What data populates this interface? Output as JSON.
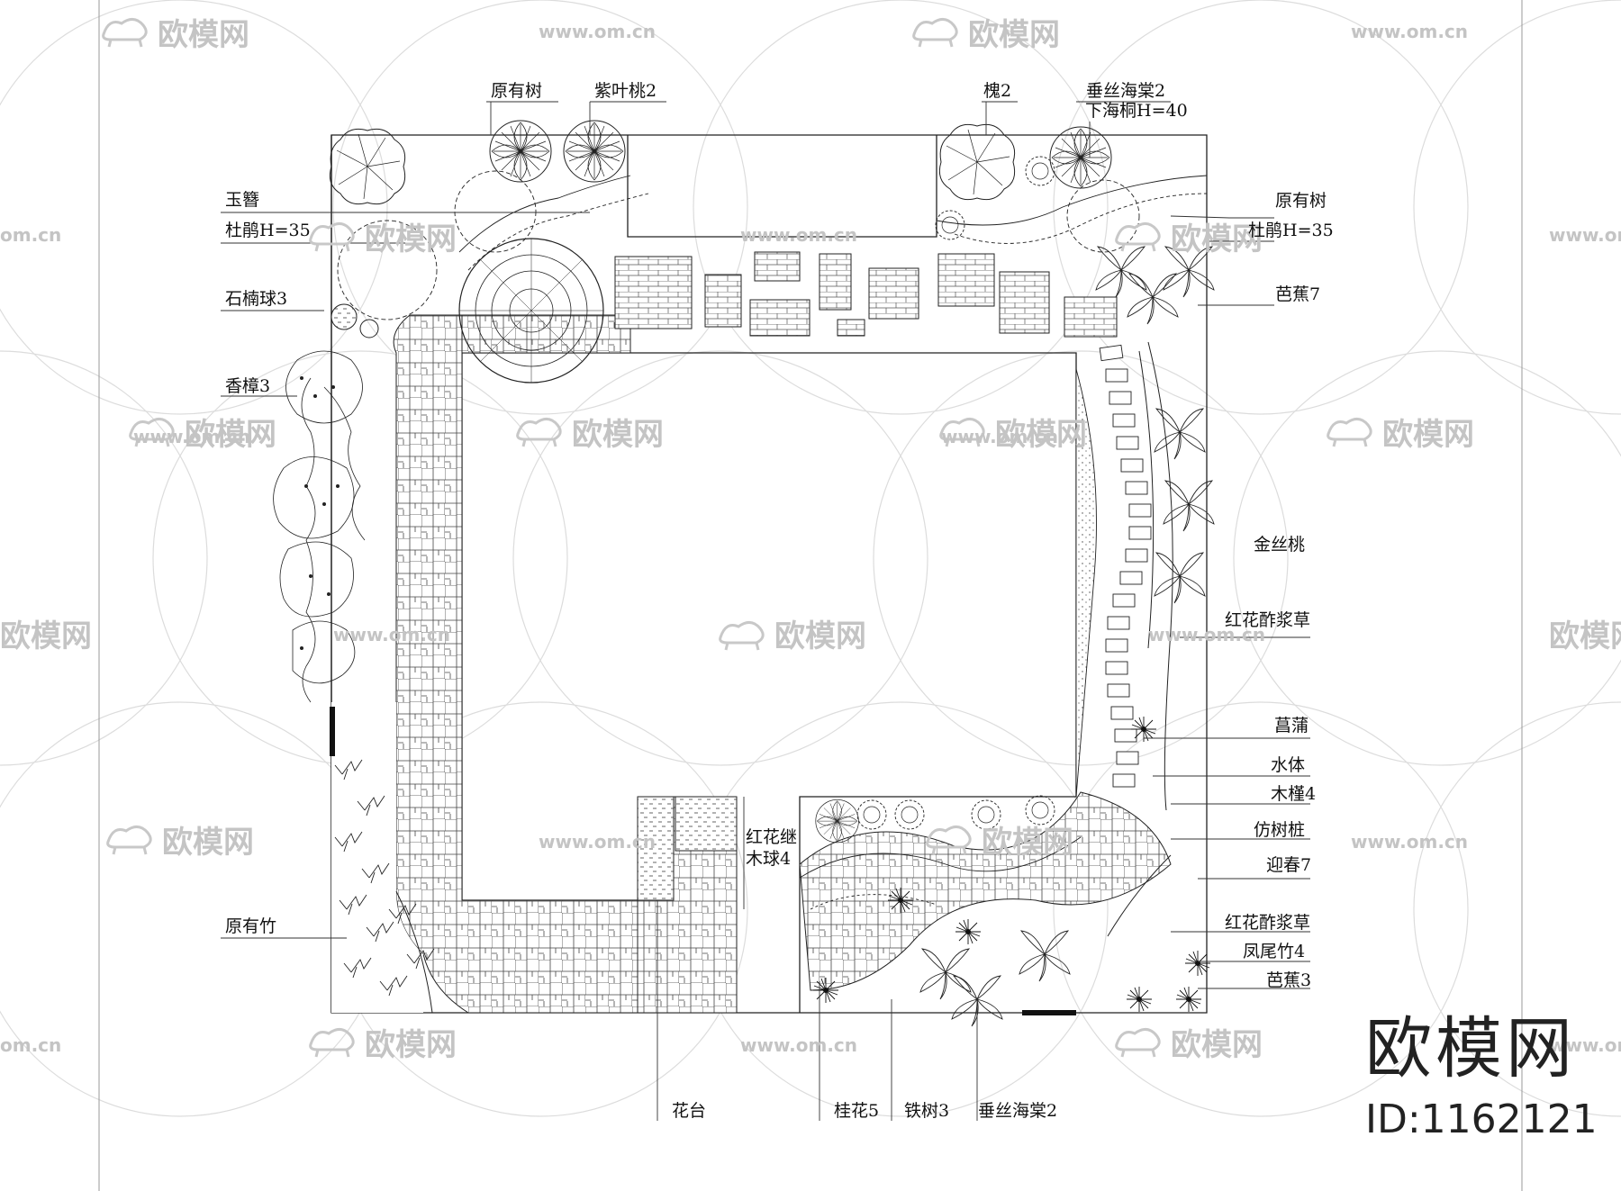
{
  "watermark": {
    "brand": "欧模网",
    "url": "www.om.cn",
    "url_short": "om.cn",
    "id_text": "ID:1162121"
  },
  "labels": {
    "yuanyoushu_top": "原有树",
    "ziyetao": "紫叶桃2",
    "huai": "槐2",
    "chuisi_top": "垂丝海棠2",
    "xiahaitong": "下海桐H=40",
    "yuzan": "玉簪",
    "dujuan_left": "杜鹃H=35",
    "shinan": "石楠球3",
    "xiangzhang": "香樟3",
    "yuanyouzhu": "原有竹",
    "yuanyoushu_right": "原有树",
    "dujuan_right": "杜鹃H=35",
    "bajiao7": "芭蕉7",
    "jinsitao": "金丝桃",
    "hongcujiang1": "红花酢浆草",
    "changpu": "菖蒲",
    "shuiti": "水体",
    "mujin": "木槿4",
    "fangshuzhuang": "仿树桩",
    "yingchun": "迎春7",
    "hongcujiang2": "红花酢浆草",
    "fengweizhu": "凤尾竹4",
    "bajiao3": "芭蕉3",
    "hongjimu_1": "红花继",
    "hongjimu_2": "木球4",
    "huatai": "花台",
    "guihua": "桂花5",
    "tieshu": "铁树3",
    "chuisi_bottom": "垂丝海棠2"
  },
  "colors": {
    "line": "#1a1a1a",
    "watermark": "#c8c8c8",
    "paper": "#ffffff"
  }
}
